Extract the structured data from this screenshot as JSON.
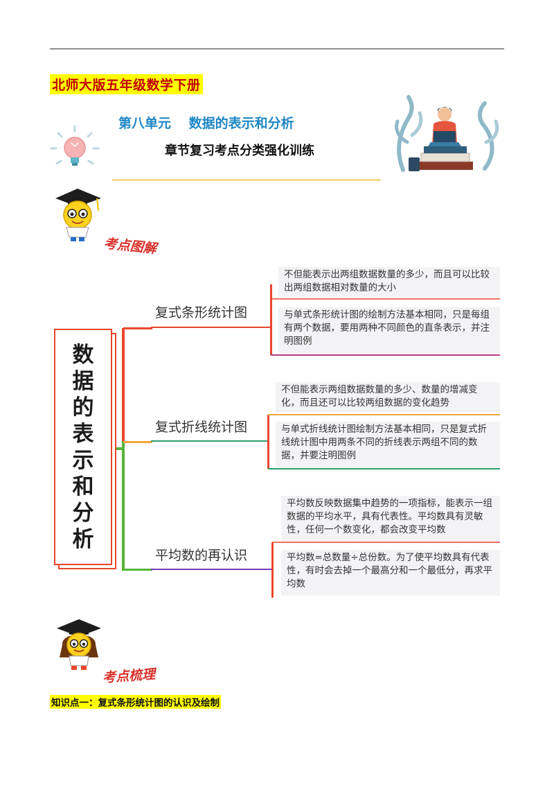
{
  "header": {
    "book_title": "北师大版五年级数学下册",
    "unit_title": "第八单元　 数据的表示和分析",
    "chapter_title": "章节复习考点分类强化训练"
  },
  "sections": {
    "diagram_label": "考点图解",
    "summary_label": "考点梳理"
  },
  "mindmap": {
    "root": "数据的表示和分析",
    "branches": [
      {
        "label": "复式条形统计图",
        "color": "#e9462d",
        "leaves": [
          "不但能表示出两组数据数量的多少，而且可以比较出两组数据相对数量的大小",
          "与单式条形统计图的绘制方法基本相同，只是每组有两个数据，要用两种不同颜色的直条表示，并注明图例"
        ]
      },
      {
        "label": "复式折线统计图",
        "color": "#f3a63a",
        "leaves": [
          "不但能表示两组数据数量的多少、数量的增减变化，而且还可以比较两组数据的变化趋势",
          "与单式折线统计图绘制方法基本相同，只是复式折线统计图中用两条不同的折线表示两组不同的数据，并要注明图例"
        ]
      },
      {
        "label": "平均数的再认识",
        "color": "#57b337",
        "leaves": [
          "平均数反映数据集中趋势的一项指标，能表示一组数据的平均水平，具有代表性。平均数具有灵敏性，任何一个数变化，都会改变平均数",
          "平均数=总数量÷总份数。为了使平均数具有代表性，有时会去掉一个最高分和一个最低分，再求平均数"
        ]
      }
    ]
  },
  "knowledge_point": "知识点一：复式条形统计图的认识及绘制",
  "colors": {
    "book_title_bg": "#ffff00",
    "book_title_text": "#c00000",
    "unit_title_text": "#1f87c5",
    "handwrite_text": "#d9302a"
  }
}
